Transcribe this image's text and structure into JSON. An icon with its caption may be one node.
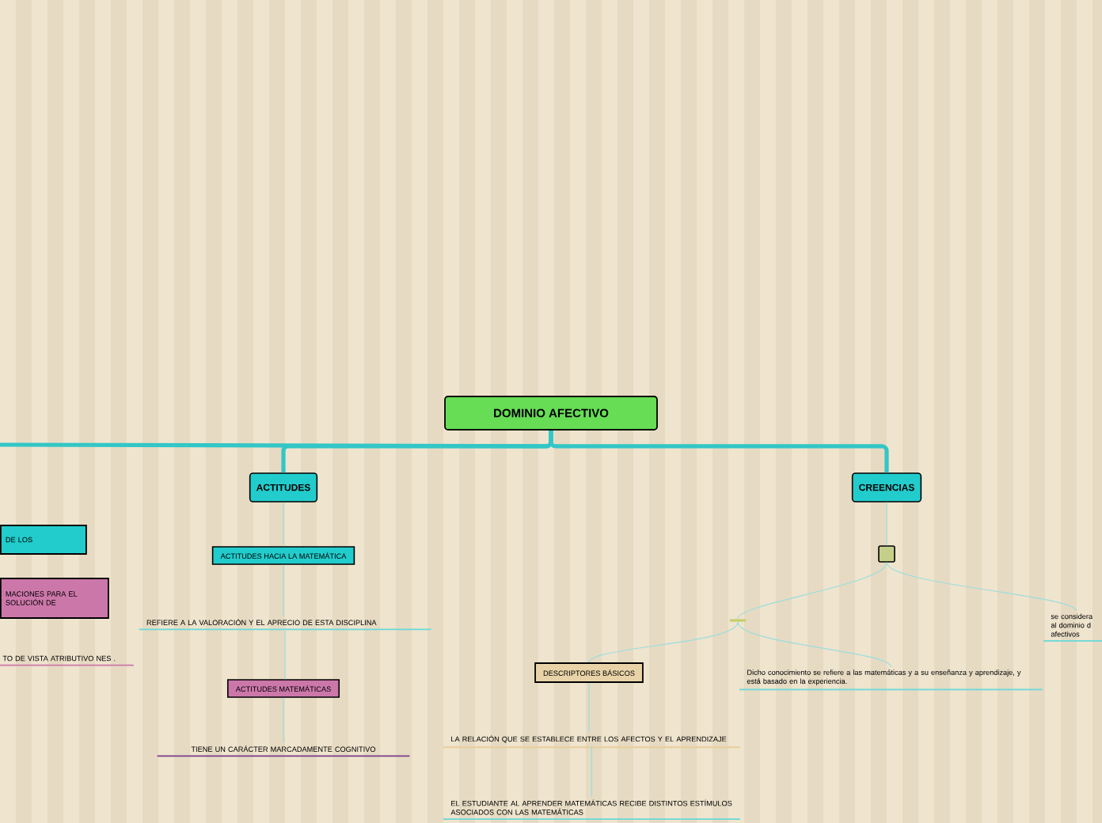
{
  "diagram": {
    "nodes": [
      {
        "text": [
          "DOMINIO AFECTIVO"
        ]
      },
      {
        "text": [
          "ACTITUDES"
        ]
      },
      {
        "text": [
          "CREENCIAS"
        ]
      },
      {
        "text": [
          "ACTITUDES HACIA LA MATEMÁTICA"
        ]
      },
      {
        "text": [
          "REFIERE A LA VALORACIÓN Y EL APRECIO DE ESTA DISCIPLINA"
        ]
      },
      {
        "text": [
          "ACTITUDES MATEMÁTICAS"
        ]
      },
      {
        "text": [
          "TIENE UN CARÁCTER MARCADAMENTE COGNITIVO"
        ]
      },
      {
        "text": [],
        "shape": "box"
      },
      {
        "text": [],
        "shape": "bar"
      },
      {
        "text": [
          "se considera al dominio d afectivos"
        ]
      },
      {
        "text": [
          "DESCRIPTORES BÁSICOS"
        ]
      },
      {
        "text": [
          "Dicho conocimiento se refiere a las matemáticas y a su enseñanza y aprendizaje, y está basado en la experiencia."
        ]
      },
      {
        "text": [
          "LA RELACIÓN QUE SE ESTABLECE ENTRE LOS AFECTOS Y EL APRENDIZAJE"
        ]
      },
      {
        "text": [
          "EL ESTUDIANTE AL APRENDER MATEMÁTICAS RECIBE DISTINTOS ESTÍMULOS ASOCIADOS CON LAS MATEMÁTICAS"
        ]
      },
      {
        "text": [
          "DE LOS"
        ]
      },
      {
        "text": [
          "MACIONES PARA EL SOLUCIÓN DE"
        ]
      },
      {
        "text": [
          "TO DE VISTA ATRIBUTIVO NES ."
        ]
      }
    ],
    "edges": [
      {
        "from": 0,
        "to": 1,
        "arrow": "none",
        "style": "thick",
        "color": "#33c6c6"
      },
      {
        "from": 0,
        "to": 2,
        "arrow": "none",
        "style": "thick",
        "color": "#33c6c6"
      },
      {
        "from": 0,
        "to": null,
        "arrow": "none",
        "style": "thick",
        "color": "#33c6c6"
      },
      {
        "from": 1,
        "to": 3,
        "arrow": "none"
      },
      {
        "from": 3,
        "to": 4,
        "arrow": "none"
      },
      {
        "from": 4,
        "to": 5,
        "arrow": "none"
      },
      {
        "from": 5,
        "to": 6,
        "arrow": "none"
      },
      {
        "from": 2,
        "to": 7,
        "arrow": "none"
      },
      {
        "from": 7,
        "to": 8,
        "arrow": "none"
      },
      {
        "from": 7,
        "to": 9,
        "arrow": "none"
      },
      {
        "from": 8,
        "to": 10,
        "arrow": "none"
      },
      {
        "from": 8,
        "to": 11,
        "arrow": "none"
      },
      {
        "from": 10,
        "to": 12,
        "arrow": "none"
      },
      {
        "from": 12,
        "to": 13,
        "arrow": "none"
      }
    ]
  }
}
